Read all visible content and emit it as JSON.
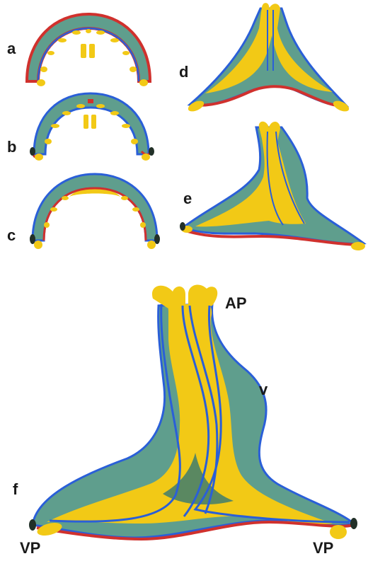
{
  "figure": {
    "labels": {
      "a": "a",
      "b": "b",
      "c": "c",
      "d": "d",
      "e": "e",
      "f": "f",
      "ap": "AP",
      "v": "v",
      "vp_left": "VP",
      "vp_right": "VP"
    },
    "colors": {
      "mesenchyme": "#5f9e8d",
      "mesenchyme_dark": "#3f7d6f",
      "ectoderm_yellow": "#f2c916",
      "basement_blue": "#2a5fd8",
      "epithelium_red": "#d0312d",
      "dark_edge": "#223028"
    }
  }
}
